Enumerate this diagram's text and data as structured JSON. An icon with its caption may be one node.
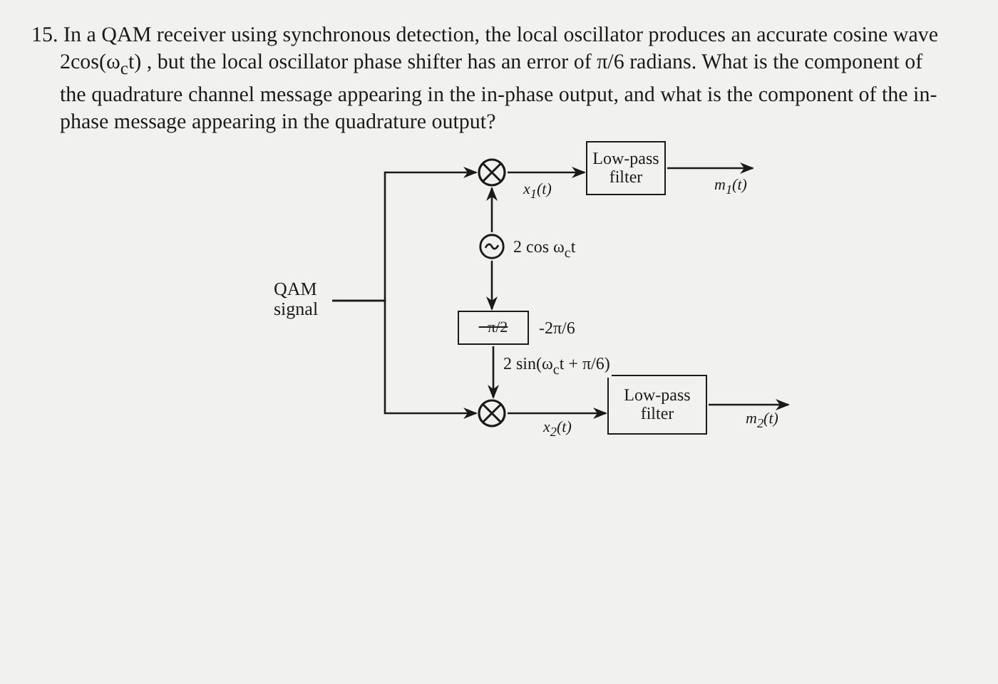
{
  "diagram": {
    "title": "15. In a QAM receiver using synchronous detection, the local oscillator produces an accurate cosine wave 2cos(ω$_{c}$t) , but the local oscillator phase shifter has an error of π/6 radians.  What is the component of the quadrature channel message appearing in the in-phase output, and what is the component of the in-phase message appearing in the quadrature output?",
    "nodes": [
      {
        "text": [
          "QAM signal"
        ]
      },
      {
        "text": [],
        "shape": "circle"
      },
      {
        "text": [
          "Low-pass filter"
        ]
      },
      {
        "text": [],
        "shape": "circle",
        "beside": [
          "2 cos ω$_{c}$t"
        ]
      },
      {
        "text": [
          "−π/2"
        ],
        "beside": [
          "-2π/6"
        ]
      },
      {
        "text": [],
        "shape": "circle"
      },
      {
        "text": [
          "Low-pass filter"
        ]
      }
    ],
    "edges": [
      {
        "from": 0,
        "to": 1,
        "arrow": "to"
      },
      {
        "from": 0,
        "to": 5,
        "arrow": "to"
      },
      {
        "from": 3,
        "to": 1,
        "arrow": "to"
      },
      {
        "from": 3,
        "to": 4,
        "arrow": "to"
      },
      {
        "from": 4,
        "to": 5,
        "arrow": "to",
        "label": "2 sin(ω$_{c}$t + π/6)"
      },
      {
        "from": 1,
        "to": 2,
        "arrow": "to",
        "label": "x$_{1}$(t)"
      },
      {
        "from": 5,
        "to": 6,
        "arrow": "to",
        "label": "x$_{2}$(t)"
      },
      {
        "from": 2,
        "to": null,
        "arrow": "to",
        "label": "m$_{1}$(t)"
      },
      {
        "from": 6,
        "to": null,
        "arrow": "to",
        "label": "m$_{2}$(t)"
      }
    ]
  }
}
